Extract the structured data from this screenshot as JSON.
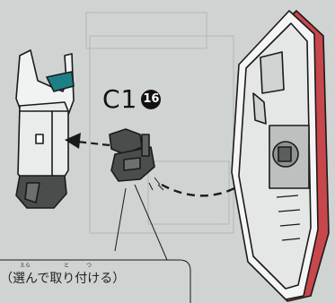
{
  "part": {
    "code": "C1",
    "number": "16"
  },
  "callout": {
    "text": "（選んで取り付ける）",
    "ruby_1": "えら",
    "ruby_2": "と",
    "ruby_3": "つ"
  },
  "colors": {
    "paper": "#cfd3d1",
    "line": "#1a1a1a",
    "part_fill": "#e9ecea",
    "dark_part": "#4a4d4c",
    "accent_teal": "#1f7f86",
    "accent_red": "#c8474c"
  },
  "icons": [
    "figure-torso-illustration",
    "joint-part-c1-illustration",
    "shield-illustration",
    "arrow-icon"
  ]
}
